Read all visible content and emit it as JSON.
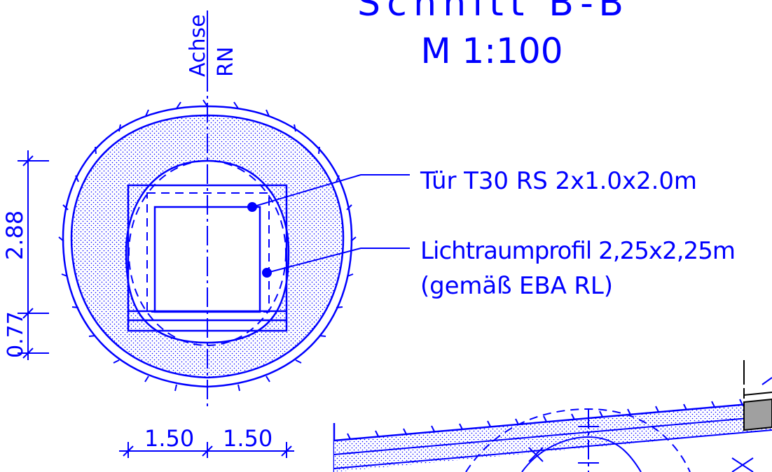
{
  "title": {
    "line1": "Schnitt B-B",
    "line2": "M 1:100"
  },
  "axis_label": {
    "line1": "Achse",
    "line2": "RN"
  },
  "callouts": {
    "door": "Tür T30 RS 2x1.0x2.0m",
    "clearance_line1": "Lichtraumprofil 2,25x2,25m",
    "clearance_line2": "(gemäß EBA RL)"
  },
  "dimensions": {
    "vertical_upper": "2.88",
    "vertical_lower": "0.77",
    "horizontal_left": "1.50",
    "horizontal_right": "1.50"
  },
  "colors": {
    "line": "#0000ff",
    "background": "#ffffff",
    "pipe_fill": "#a0a0a0"
  }
}
